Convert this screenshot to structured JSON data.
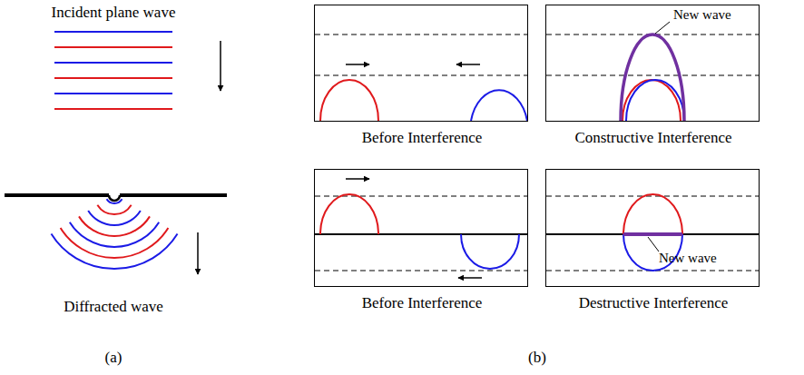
{
  "diagram": {
    "nodes": [
      {
        "text": [
          "Before Interference"
        ]
      },
      {
        "text": [
          "New wave",
          "Constructive Interference"
        ]
      },
      {
        "text": [
          "Before Interference"
        ]
      },
      {
        "text": [
          "New wave",
          "Destructive Interference"
        ]
      }
    ],
    "labels": [
      "Incident plane wave",
      "Diffracted wave",
      "(a)",
      "(b)"
    ]
  }
}
